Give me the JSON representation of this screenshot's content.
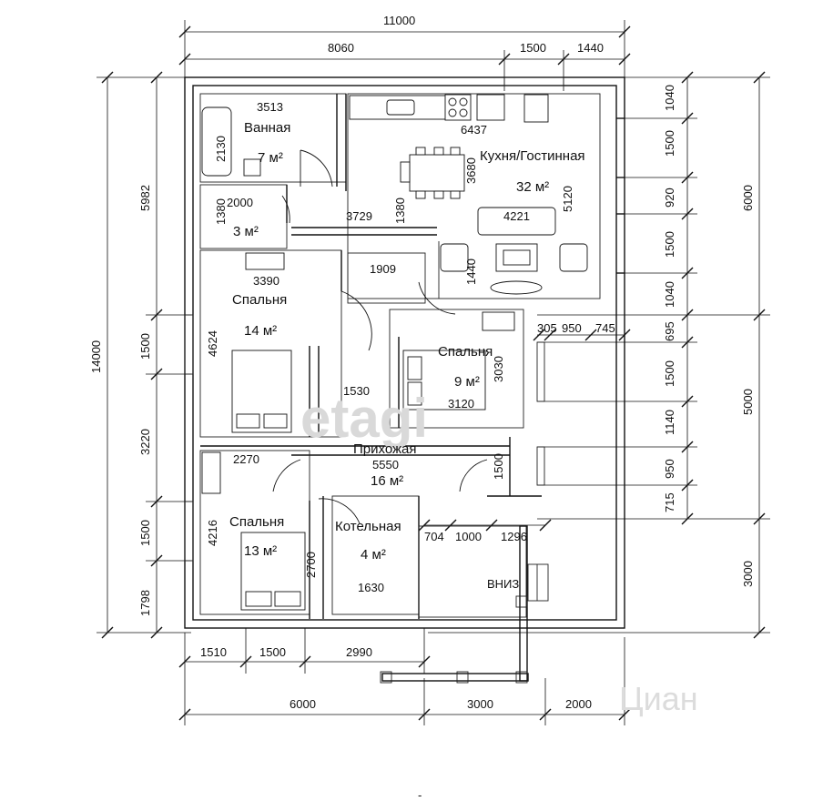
{
  "rooms": {
    "bathroom": {
      "name": "Ванная",
      "area": "7 м²"
    },
    "wc": {
      "area": "3 м²"
    },
    "kitchen_living": {
      "name": "Кухня/Гостинная",
      "area": "32 м²"
    },
    "bedroom1": {
      "name": "Спальня",
      "area": "14 м²"
    },
    "bedroom2": {
      "name": "Спальня",
      "area": "9 м²"
    },
    "hall": {
      "name": "Прихожая",
      "area": "16 м²"
    },
    "bedroom3": {
      "name": "Спальня",
      "area": "13 м²"
    },
    "boiler": {
      "name": "Котельная",
      "area": "4 м²"
    }
  },
  "stairs_label": "ВНИЗ",
  "dims": {
    "top_total": "11000",
    "top_a": "8060",
    "top_b": "1500",
    "top_c": "1440",
    "bottom_a": "1510",
    "bottom_b": "1500",
    "bottom_c": "2990",
    "bottom_total_a": "6000",
    "bottom_total_b": "3000",
    "bottom_total_c": "2000",
    "left_total": "14000",
    "left_a": "5982",
    "left_b": "1500",
    "left_c": "3220",
    "left_d": "1500",
    "left_e": "1798",
    "right_a": "1040",
    "right_b": "1500",
    "right_c": "920",
    "right_d": "1500",
    "right_e": "1040",
    "right_f": "695",
    "right_g": "1500",
    "right_h": "1140",
    "right_i": "950",
    "right_j": "715",
    "right_total_a": "6000",
    "right_total_b": "5000",
    "right_total_c": "3000",
    "bath_w": "3513",
    "bath_tub": "2130",
    "wc_w": "2000",
    "wc_h": "1380",
    "kitchen_counter": "6437",
    "kitchen_table": "3680",
    "kitchen_h": "5120",
    "corridor_h": "1380",
    "corridor_w": "3729",
    "sofa": "4221",
    "living_d": "1440",
    "bed1_w": "3390",
    "door_w": "1909",
    "bed1_h": "4624",
    "hall_a": "1530",
    "bed2_h": "3030",
    "bed2_w": "3120",
    "r305": "305",
    "r950": "950",
    "r745": "745",
    "hall_b": "2270",
    "hall_w": "5550",
    "hall_door": "1500",
    "bed3_h": "4216",
    "bed3_bed": "2700",
    "boiler_w": "1630",
    "porch_a": "704",
    "porch_b": "1000",
    "porch_c": "1296",
    "compass_n": "-"
  },
  "watermarks": {
    "a": "etagi",
    "b": "Циан"
  }
}
